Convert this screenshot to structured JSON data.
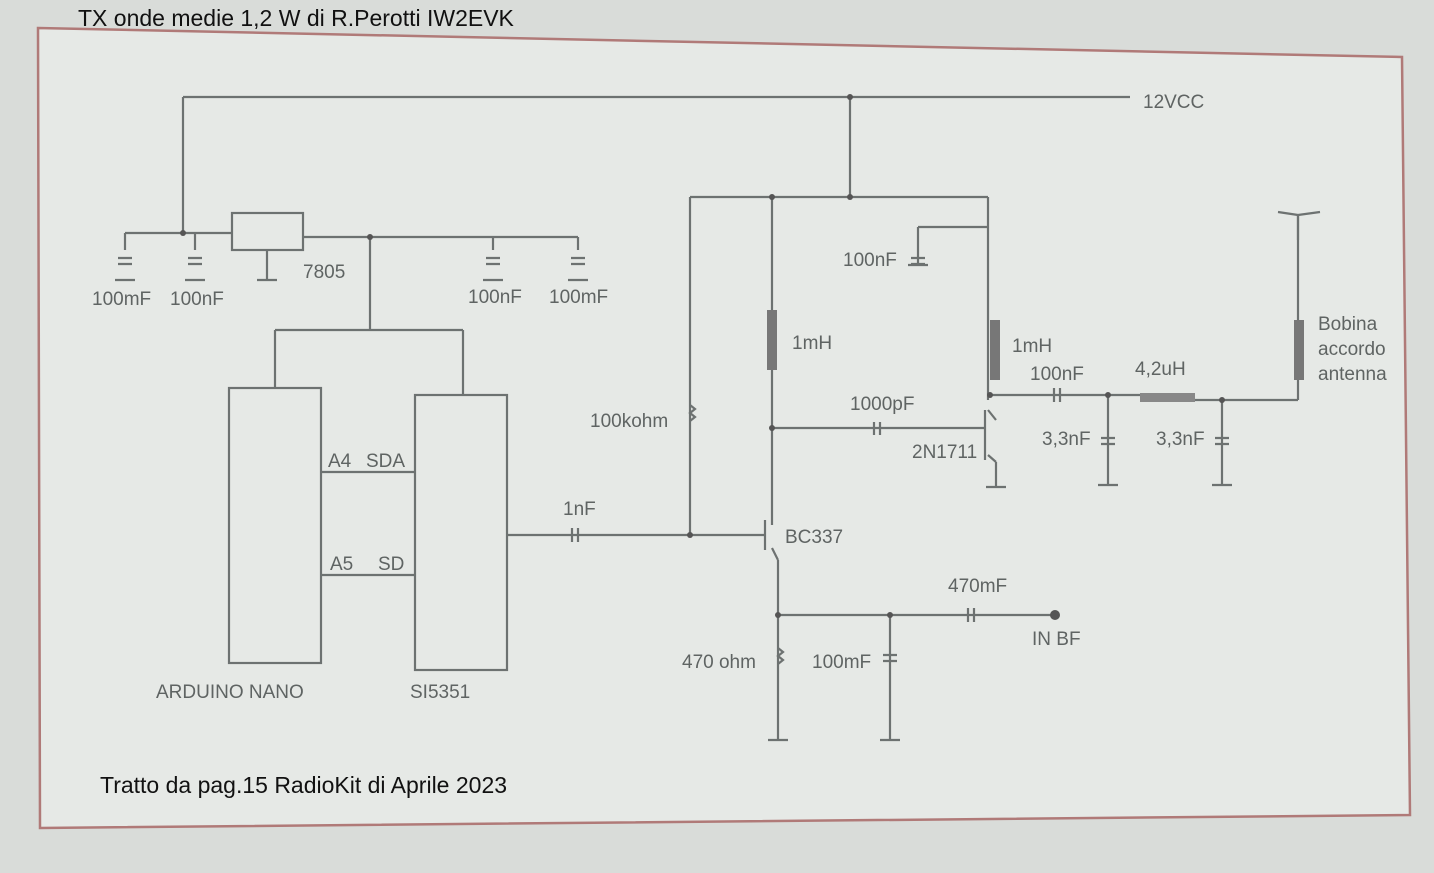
{
  "title": "TX onde medie 1,2 W di R.Perotti IW2EVK",
  "source_note": "Tratto da pag.15 RadioKit di Aprile 2023",
  "labels": {
    "supply": "12VCC",
    "regulator": "7805",
    "c_in1": "100mF",
    "c_in2": "100nF",
    "c_out1": "100nF",
    "c_out2": "100mF",
    "arduino": "ARDUINO NANO",
    "si5351": "SI5351",
    "a4": "A4",
    "sda": "SDA",
    "a5": "A5",
    "sd": "SD",
    "c_coupling": "1nF",
    "r_bias": "100kohm",
    "q1": "BC337",
    "l1": "1mH",
    "l2": "1mH",
    "c_decouple": "100nF",
    "c_feed": "1000pF",
    "q2": "2N1711",
    "c_out": "100nF",
    "c_filter1": "3,3nF",
    "l_filter": "4,2uH",
    "c_filter2": "3,3nF",
    "antenna_coil_1": "Bobina",
    "antenna_coil_2": "accordo",
    "antenna_coil_3": "antenna",
    "r_emitter": "470 ohm",
    "c_emitter": "100mF",
    "c_input": "470mF",
    "input": "IN BF"
  }
}
